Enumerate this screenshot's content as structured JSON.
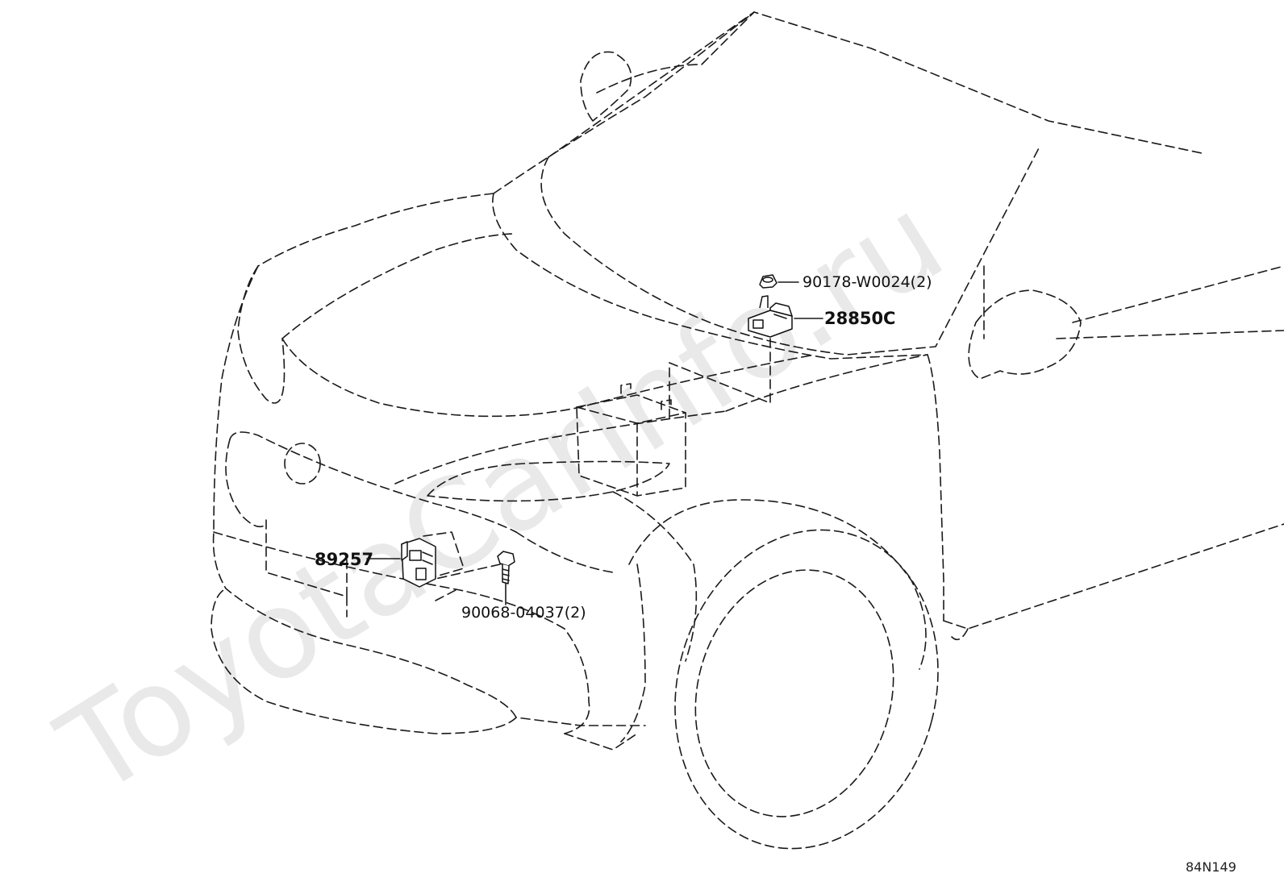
{
  "diagram": {
    "watermark": "ToyotaCarInfo.ru",
    "figure_code": "84N149",
    "parts": [
      {
        "id": "90178-W0024",
        "label": "90178-W0024(2)"
      },
      {
        "id": "28850C",
        "label": "28850C"
      },
      {
        "id": "89257",
        "label": "89257"
      },
      {
        "id": "90068-04037",
        "label": "90068-04037(2)"
      }
    ]
  }
}
